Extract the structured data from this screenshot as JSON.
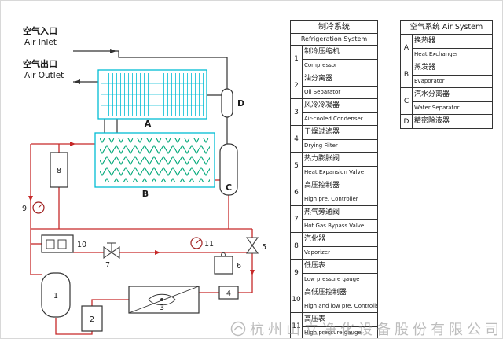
{
  "diagram": {
    "air_inlet_cn": "空气入口",
    "air_inlet_en": "Air Inlet",
    "air_outlet_cn": "空气出口",
    "air_outlet_en": "Air Outlet",
    "component_labels": {
      "A": "A",
      "B": "B",
      "C": "C",
      "D": "D",
      "1": "1",
      "2": "2",
      "3": "3",
      "4": "4",
      "5": "5",
      "6": "6",
      "7": "7",
      "8": "8",
      "9": "9",
      "10": "10",
      "11": "11"
    }
  },
  "refrigeration_table": {
    "title_cn": "制冷系统",
    "title_en": "Refrigeration System",
    "rows": [
      {
        "num": "1",
        "cn": "制冷压缩机",
        "en": "Compressor"
      },
      {
        "num": "2",
        "cn": "油分离器",
        "en": "Oil Separator"
      },
      {
        "num": "3",
        "cn": "风冷冷凝器",
        "en": "Air-cooled Condenser"
      },
      {
        "num": "4",
        "cn": "干燥过滤器",
        "en": "Drying Filter"
      },
      {
        "num": "5",
        "cn": "热力膨胀阀",
        "en": "Heat Expansion Valve"
      },
      {
        "num": "6",
        "cn": "高压控制器",
        "en": "High pre. Controller"
      },
      {
        "num": "7",
        "cn": "热气旁通阀",
        "en": "Hot Gas Bypass Valve"
      },
      {
        "num": "8",
        "cn": "汽化器",
        "en": "Vaporizer"
      },
      {
        "num": "9",
        "cn": "低压表",
        "en": "Low pressure gauge"
      },
      {
        "num": "10",
        "cn": "高低压控制器",
        "en": "High and low pre. Controller"
      },
      {
        "num": "11",
        "cn": "高压表",
        "en": "High pressure gauge"
      }
    ]
  },
  "air_table": {
    "title": "空气系统 Air System",
    "rows": [
      {
        "key": "A",
        "cn": "换热器",
        "en": "Heat Exchanger"
      },
      {
        "key": "B",
        "cn": "蒸发器",
        "en": "Evaporator"
      },
      {
        "key": "C",
        "cn": "汽水分离器",
        "en": "Water Separator"
      },
      {
        "key": "D",
        "cn": "精密除液器",
        "en": ""
      }
    ]
  },
  "watermark": {
    "text": "杭州山立净化设备股份有限公司"
  }
}
